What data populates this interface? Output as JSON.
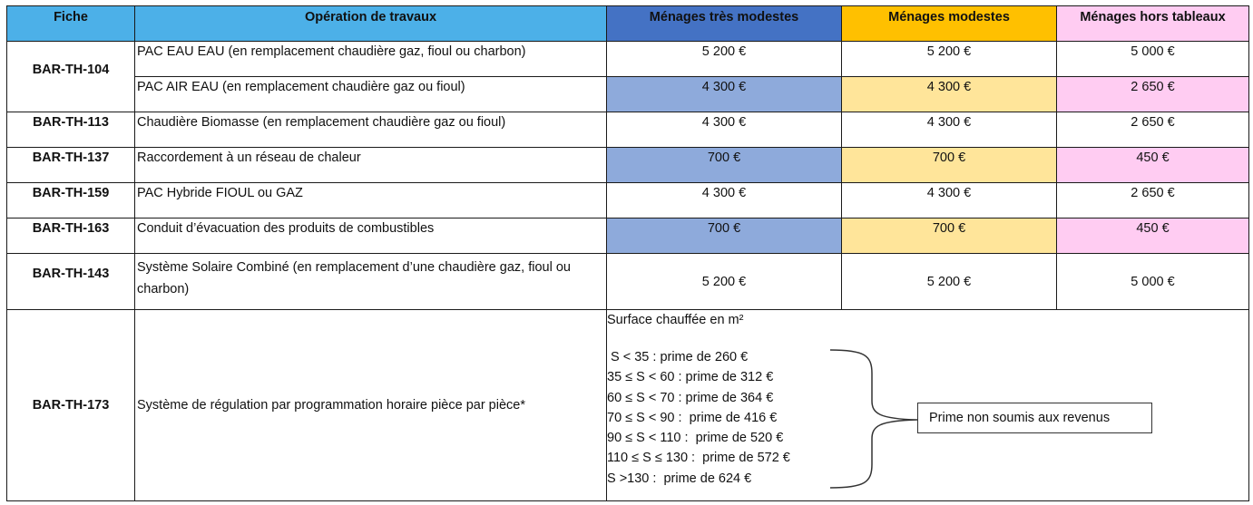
{
  "headers": {
    "fiche": "Fiche",
    "operation": "Opération de travaux",
    "tres_modestes": "Ménages très modestes",
    "modestes": "Ménages modestes",
    "hors_tableaux": "Ménages hors tableaux"
  },
  "colors": {
    "header_blue_light": "#4cb0e8",
    "header_blue": "#4472c4",
    "header_orange": "#ffc000",
    "header_pink": "#ffccf2",
    "cell_blue": "#8eaadb",
    "cell_orange": "#ffe59a",
    "cell_pink": "#ffccf2"
  },
  "rows": [
    {
      "fiche": "BAR-TH-104",
      "operation": "PAC EAU EAU (en remplacement chaudière gaz, fioul ou charbon)",
      "tres_modestes": "5 200 €",
      "modestes": "5 200 €",
      "hors_tableaux": "5 000 €"
    },
    {
      "fiche": "",
      "operation": "PAC AIR EAU (en remplacement chaudière gaz ou fioul)",
      "tres_modestes": "4 300 €",
      "modestes": "4 300 €",
      "hors_tableaux": "2 650 €"
    },
    {
      "fiche": "BAR-TH-113",
      "operation": "Chaudière Biomasse (en remplacement chaudière gaz ou fioul)",
      "tres_modestes": "4 300 €",
      "modestes": "4 300 €",
      "hors_tableaux": "2 650 €"
    },
    {
      "fiche": "BAR-TH-137",
      "operation": "Raccordement à un réseau de chaleur",
      "tres_modestes": "700 €",
      "modestes": "700 €",
      "hors_tableaux": "450 €"
    },
    {
      "fiche": "BAR-TH-159",
      "operation": "PAC Hybride FIOUL ou GAZ",
      "tres_modestes": "4 300 €",
      "modestes": "4 300 €",
      "hors_tableaux": "2 650 €"
    },
    {
      "fiche": "BAR-TH-163",
      "operation": "Conduit d’évacuation des produits de combustibles",
      "tres_modestes": "700 €",
      "modestes": "700 €",
      "hors_tableaux": "450 €"
    },
    {
      "fiche": "BAR-TH-143",
      "operation": "Système Solaire Combiné (en remplacement d’une chaudière gaz, fioul ou charbon)",
      "tres_modestes": "5 200 €",
      "modestes": "5 200 €",
      "hors_tableaux": "5 000 €"
    }
  ],
  "last_row": {
    "fiche": "BAR-TH-173",
    "operation": "Système de régulation par programmation horaire pièce par pièce*",
    "surface_title": "Surface chauffée en m²",
    "tiers": [
      " S < 35 : prime de 260 €",
      "35 ≤ S < 60 : prime de 312 €",
      "60 ≤ S < 70 : prime de 364 €",
      "70 ≤ S < 90 :  prime de 416 €",
      "90 ≤ S < 110 :  prime de 520 €",
      "110 ≤ S ≤ 130 :  prime de 572 €",
      "S >130 :  prime de 624 €"
    ],
    "note": "Prime non soumis aux revenus"
  }
}
